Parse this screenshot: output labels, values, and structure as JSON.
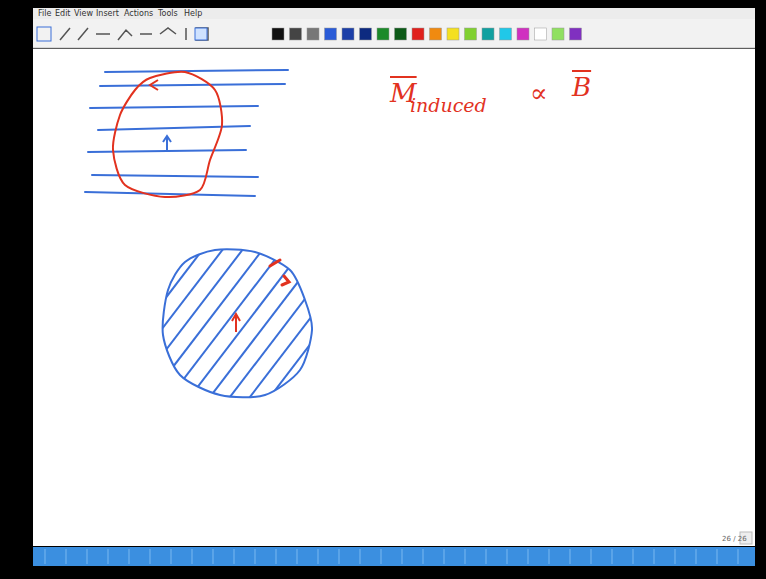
{
  "diagram": {
    "labels": [
      "File",
      "Edit",
      "View",
      "Insert",
      "Actions",
      "Tools",
      "Help",
      "M",
      "induced",
      "∝",
      "B",
      "26 / 26"
    ]
  }
}
